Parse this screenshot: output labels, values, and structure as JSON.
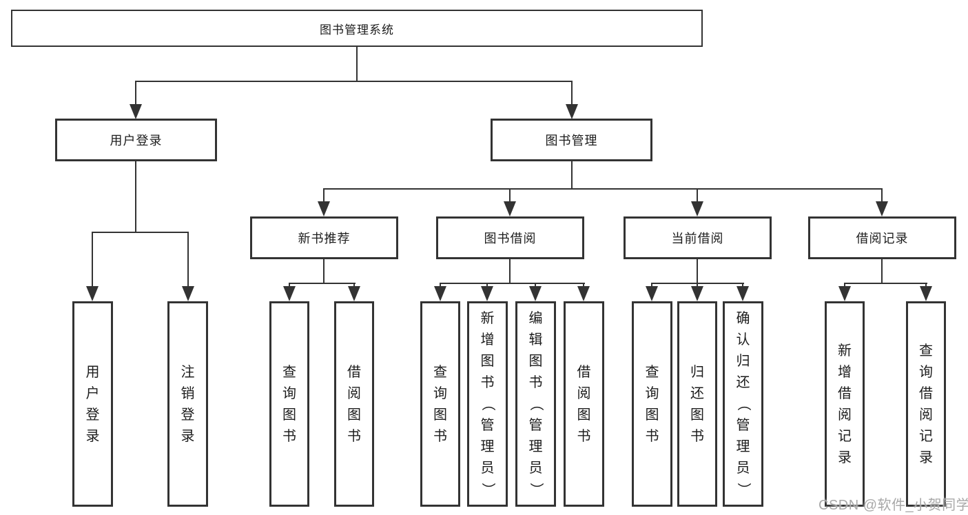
{
  "diagram": {
    "root": "图书管理系统",
    "level2": {
      "login": "用户登录",
      "manage": "图书管理"
    },
    "level3": {
      "recommend": "新书推荐",
      "borrow": "图书借阅",
      "current": "当前借阅",
      "records": "借阅记录"
    },
    "leaves": {
      "login": [
        "用户登录",
        "注销登录"
      ],
      "recommend": [
        "查询图书",
        "借阅图书"
      ],
      "borrow": [
        "查询图书",
        "新增图书（管理员）",
        "编辑图书（管理员）",
        "借阅图书"
      ],
      "current": [
        "查询图书",
        "归还图书",
        "确认归还（管理员）"
      ],
      "records": [
        "新增借阅记录",
        "查询借阅记录"
      ]
    },
    "watermark": "CSDN @软件_小贺同学",
    "colors": {
      "line": "#333333",
      "box_border": "#333333",
      "text": "#1c1c1c",
      "watermark": "#a8a8a8",
      "background": "#ffffff"
    }
  }
}
